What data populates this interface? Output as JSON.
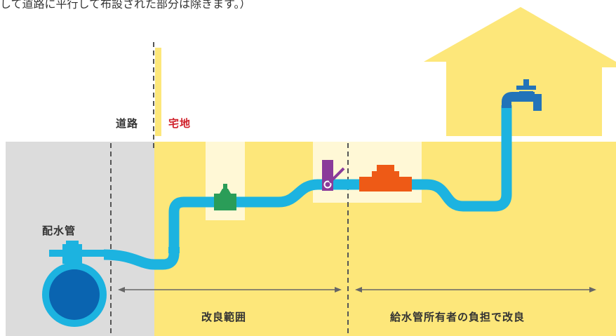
{
  "note_text": "して道路に平行して布設された部分は除きます。）",
  "labels": {
    "road": "道路",
    "residential": "宅地",
    "main_pipe": "配水管",
    "improvement_range": "改良範囲",
    "owner_improvement": "給水管所有者の負担で改良"
  },
  "colors": {
    "road_area": "#dcdcdc",
    "residential_area": "#fde77a",
    "house": "#fde77a",
    "meter_box": "#fff8d6",
    "pipe": "#1cb3e0",
    "main_pipe_body": "#0a64b0",
    "stop_valve": "#2a9d58",
    "check_valve": "#8a3b9a",
    "water_meter": "#ee5a16",
    "faucet": "#2273b9",
    "residential_label": "#d0202a",
    "text": "#333333",
    "arrow": "#666666"
  },
  "icons": [
    "stop-valve-icon",
    "check-valve-icon",
    "water-meter-icon",
    "faucet-icon",
    "main-pipe-icon"
  ]
}
